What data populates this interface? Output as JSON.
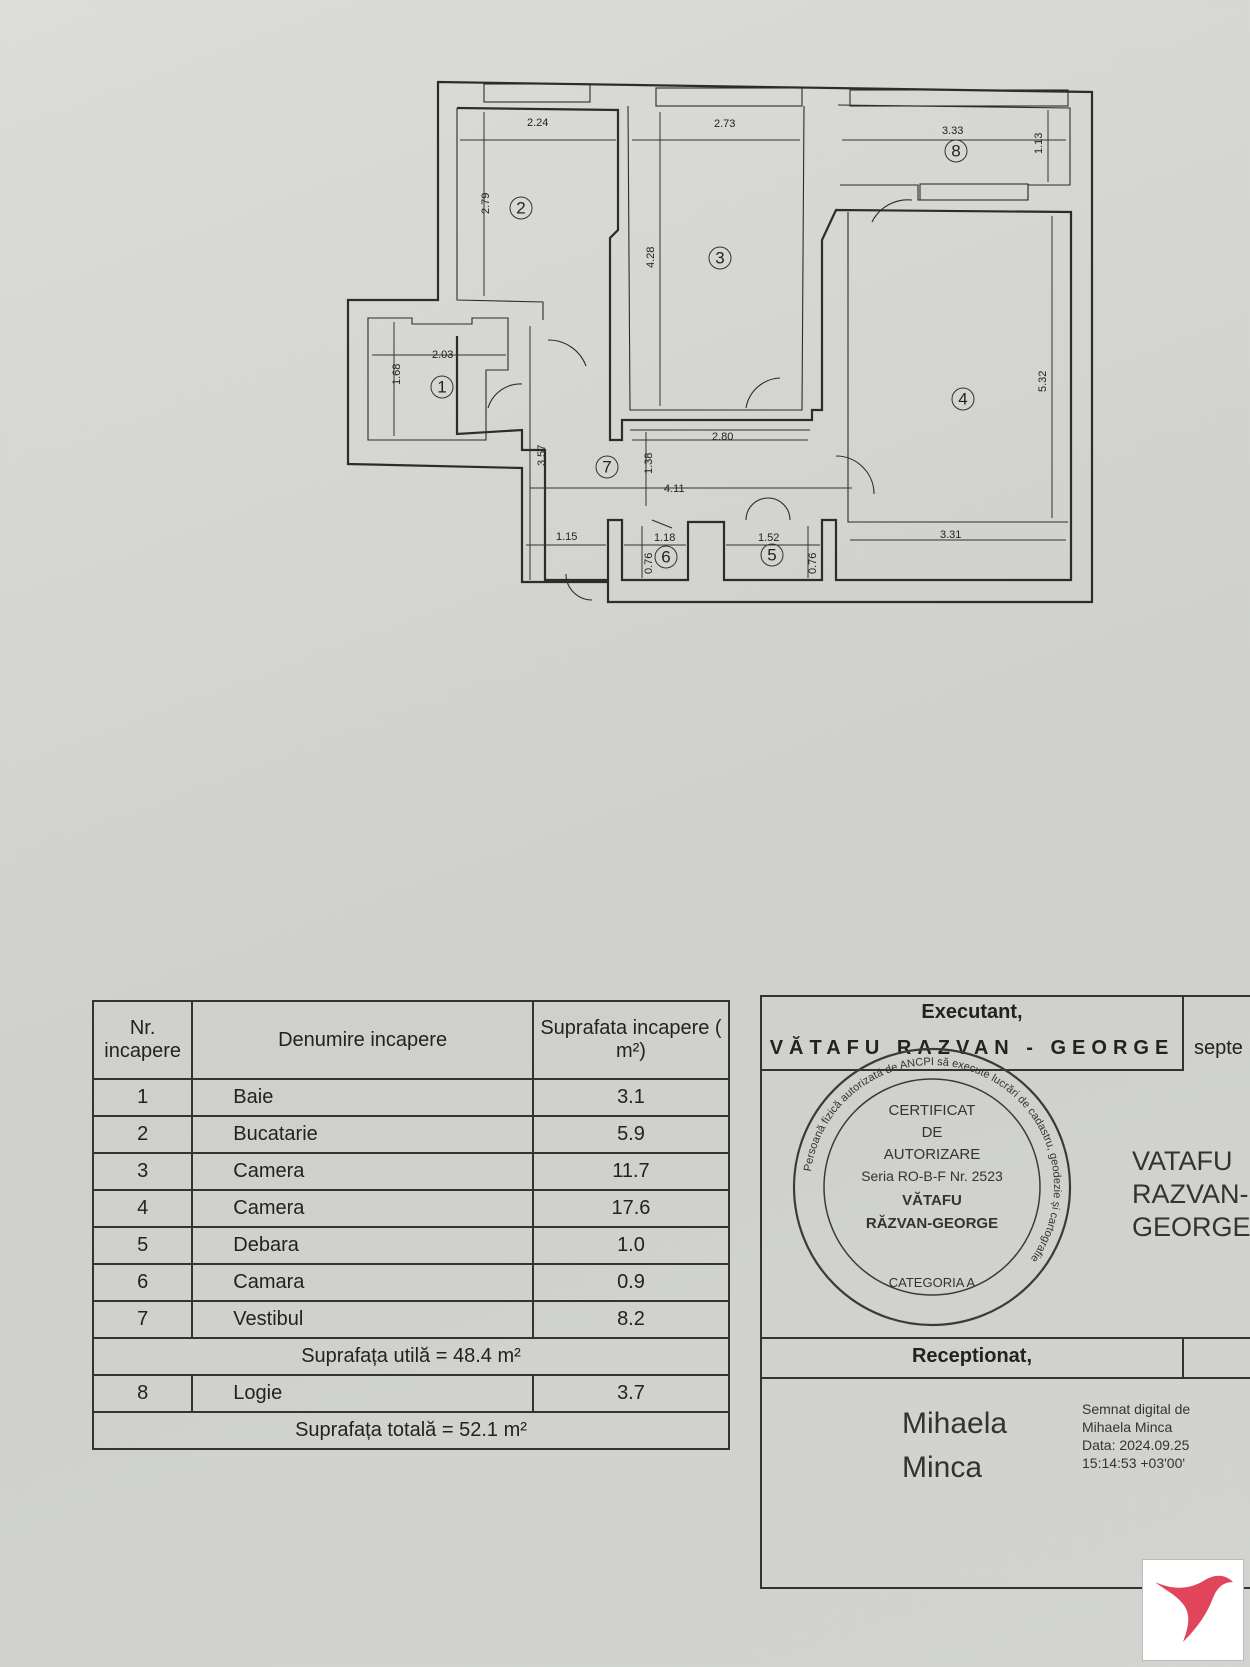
{
  "plan": {
    "dimensions": [
      "2.24",
      "2.79",
      "2.73",
      "4.28",
      "3.33",
      "1.13",
      "2.03",
      "1.68",
      "2.80",
      "5.32",
      "3.57",
      "1.38",
      "4.11",
      "1.15",
      "1.18",
      "0.76",
      "1.52",
      "0.76",
      "3.31"
    ],
    "room_numbers": [
      "1",
      "2",
      "3",
      "4",
      "5",
      "6",
      "7",
      "8"
    ]
  },
  "table": {
    "headers": [
      "Nr. incapere",
      "Denumire incapere",
      "Suprafata incapere ( m²)"
    ],
    "rows": [
      {
        "nr": "1",
        "name": "Baie",
        "area": "3.1"
      },
      {
        "nr": "2",
        "name": "Bucatarie",
        "area": "5.9"
      },
      {
        "nr": "3",
        "name": "Camera",
        "area": "11.7"
      },
      {
        "nr": "4",
        "name": "Camera",
        "area": "17.6"
      },
      {
        "nr": "5",
        "name": "Debara",
        "area": "1.0"
      },
      {
        "nr": "6",
        "name": "Camara",
        "area": "0.9"
      },
      {
        "nr": "7",
        "name": "Vestibul",
        "area": "8.2"
      }
    ],
    "useful_total": "Suprafața utilă = 48.4 m²",
    "extra_row": {
      "nr": "8",
      "name": "Logie",
      "area": "3.7"
    },
    "grand_total": "Suprafața totală = 52.1 m²"
  },
  "executant": {
    "title": "Executant,",
    "name": "VĂTAFU RAZVAN - GEORGE",
    "date_partial": "septe",
    "signature_lines": [
      "VATAFU",
      "RAZVAN-",
      "GEORGE"
    ]
  },
  "stamp": {
    "lines": [
      "CERTIFICAT",
      "DE",
      "AUTORIZARE",
      "Seria RO-B-F Nr. 2523",
      "VĂTAFU",
      "RĂZVAN-GEORGE"
    ],
    "category": "CATEGORIA A",
    "ring_text": "Persoană fizică autorizată de ANCPI să execute lucrări de cadastru, geodezie și cartografie"
  },
  "receptionat": {
    "title": "Receptionat,",
    "signer": [
      "Mihaela",
      "Minca"
    ],
    "digital": [
      "Semnat digital de",
      "Mihaela Minca",
      "Data: 2024.09.25",
      "15:14:53 +03'00'"
    ]
  },
  "logo": {
    "icon": "bird-logo-icon",
    "color": "#e0455b"
  }
}
